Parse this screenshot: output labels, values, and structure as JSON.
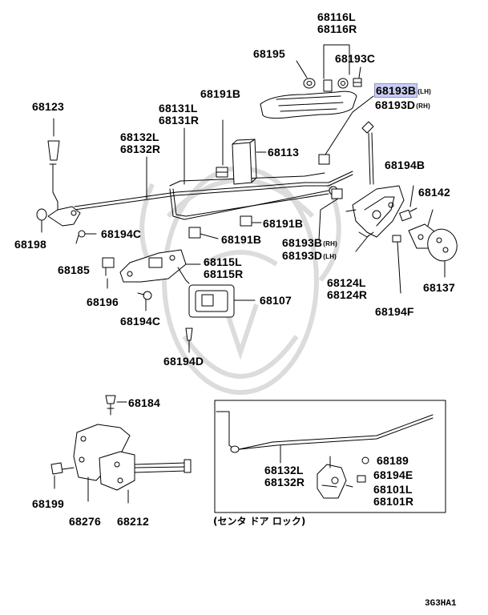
{
  "parts": {
    "p68116": [
      "68116L",
      "68116R"
    ],
    "p68195": "68195",
    "p68193C": "68193C",
    "p68193B_top": {
      "num": "68193B",
      "suffix": "(LH)"
    },
    "p68193D_top": {
      "num": "68193D",
      "suffix": "(RH)"
    },
    "p68123": "68123",
    "p68191B_top": "68191B",
    "p68131": [
      "68131L",
      "68131R"
    ],
    "p68132_top": [
      "68132L",
      "68132R"
    ],
    "p68113": "68113",
    "p68194B": "68194B",
    "p68142": "68142",
    "p68198": "68198",
    "p68194C_left": "68194C",
    "p68191B_mid": "68191B",
    "p68191B_low": "68191B",
    "p68193B_mid": {
      "num": "68193B",
      "suffix": "(RH)"
    },
    "p68193D_mid": {
      "num": "68193D",
      "suffix": "(LH)"
    },
    "p68185": "68185",
    "p68115": [
      "68115L",
      "68115R"
    ],
    "p68196": "68196",
    "p68194C_low": "68194C",
    "p68107": "68107",
    "p68124": [
      "68124L",
      "68124R"
    ],
    "p68137": "68137",
    "p68194F": "68194F",
    "p68194D": "68194D",
    "p68184": "68184",
    "p68199": "68199",
    "p68276": "68276",
    "p68212": "68212",
    "p68132_inset": [
      "68132L",
      "68132R"
    ],
    "p68189": "68189",
    "p68194E": "68194E",
    "p68101": [
      "68101L",
      "68101R"
    ]
  },
  "inset_caption": "(センタ ドア ロック)",
  "diagram_code": "3G3HA1",
  "colors": {
    "line": "#000000",
    "highlight": "#c9cdf2",
    "watermark": "#d9d9d9"
  }
}
